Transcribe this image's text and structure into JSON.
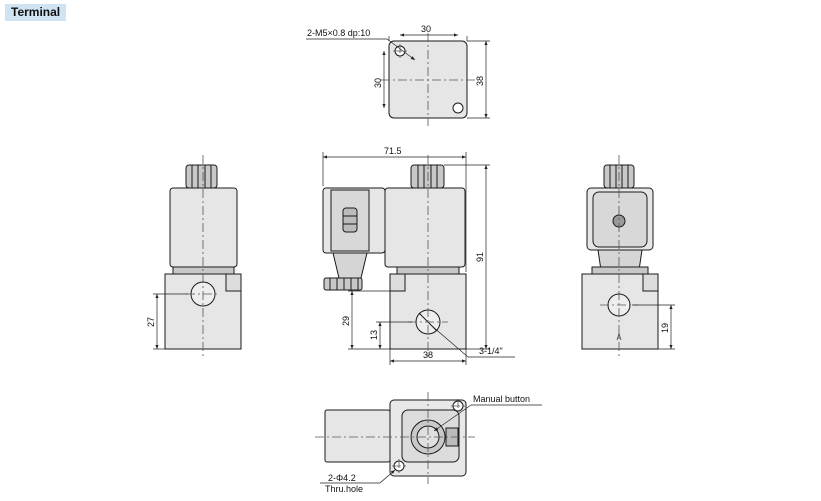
{
  "header": {
    "title": "Terminal"
  },
  "top_view": {
    "thread_label": "2-M5×0.8 dp:10",
    "width_dim": "30",
    "hole_spacing_dim": "30",
    "height_dim": "38"
  },
  "front_view": {
    "overall_width_dim": "71.5",
    "overall_height_dim": "91",
    "port_height_dim": "29",
    "port_center_dim": "13",
    "base_width_dim": "38",
    "port_label": "3-1/4\""
  },
  "left_view": {
    "port_height_dim": "27"
  },
  "right_view": {
    "port_height_dim": "19"
  },
  "bottom_view": {
    "manual_label": "Manual button",
    "mount_label": "2-Φ4.2",
    "mount_note": "Thru.hole"
  }
}
